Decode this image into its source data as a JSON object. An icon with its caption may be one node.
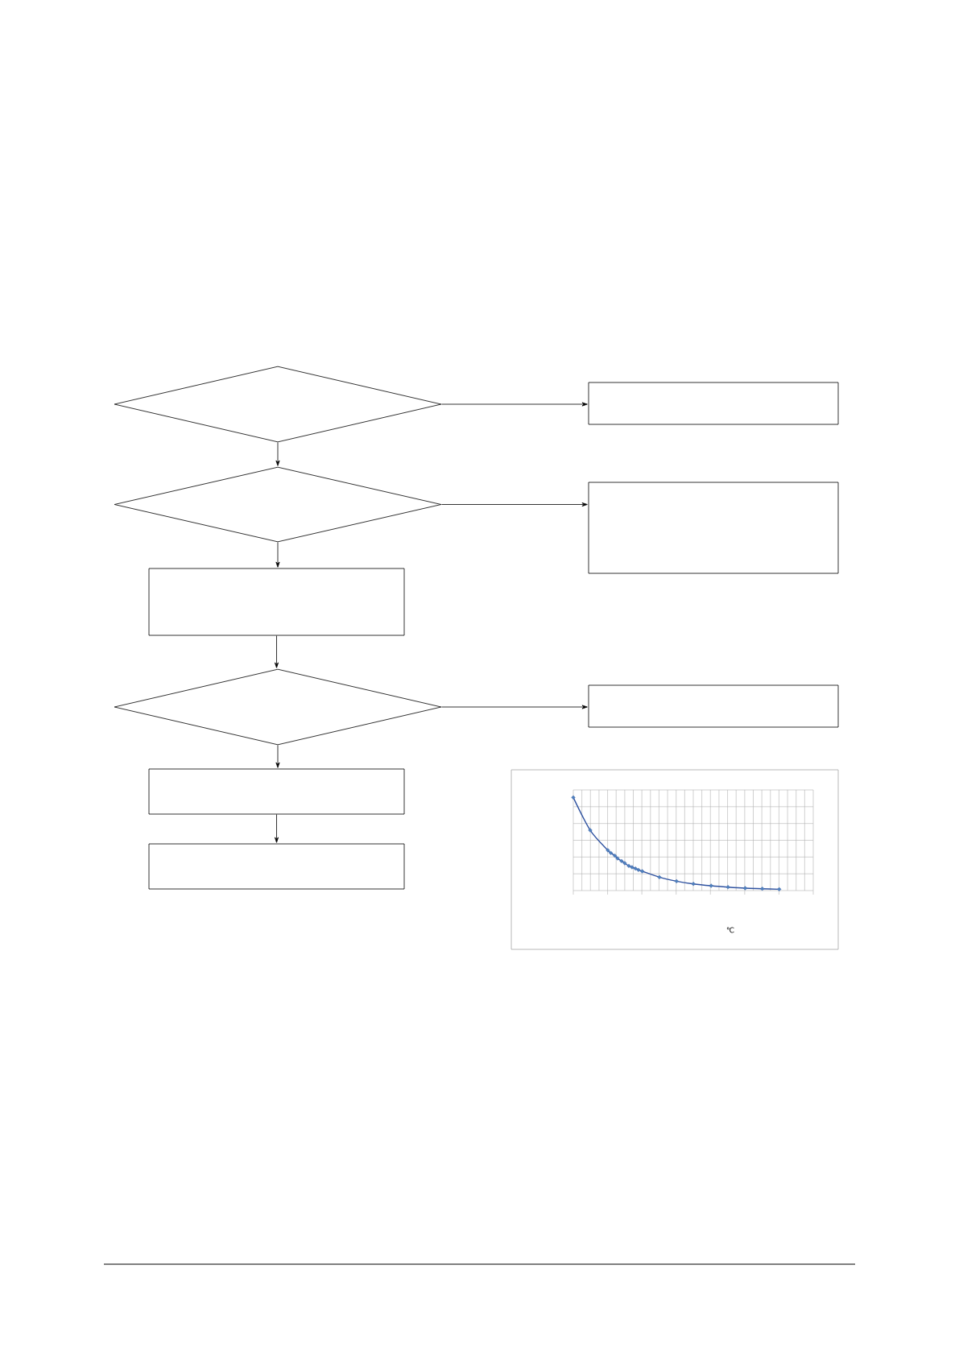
{
  "diagram": {
    "nodes": [
      {
        "text": [],
        "shape": "diamond"
      },
      {
        "text": [],
        "shape": "box"
      },
      {
        "text": [],
        "shape": "diamond"
      },
      {
        "text": [],
        "shape": "box"
      },
      {
        "text": [],
        "shape": "box"
      },
      {
        "text": [],
        "shape": "diamond"
      },
      {
        "text": [],
        "shape": "box"
      },
      {
        "text": [],
        "shape": "box"
      },
      {
        "text": [],
        "shape": "box"
      }
    ],
    "edges": [
      {
        "from": 0,
        "to": 1,
        "arrow": "to"
      },
      {
        "from": 0,
        "to": 2,
        "arrow": "to"
      },
      {
        "from": 2,
        "to": 3,
        "arrow": "to"
      },
      {
        "from": 2,
        "to": 4,
        "arrow": "to"
      },
      {
        "from": 4,
        "to": 5,
        "arrow": "to"
      },
      {
        "from": 5,
        "to": 6,
        "arrow": "to"
      },
      {
        "from": 5,
        "to": 7,
        "arrow": "to"
      },
      {
        "from": 7,
        "to": 8,
        "arrow": "to"
      }
    ],
    "labels": [
      "℃"
    ]
  }
}
